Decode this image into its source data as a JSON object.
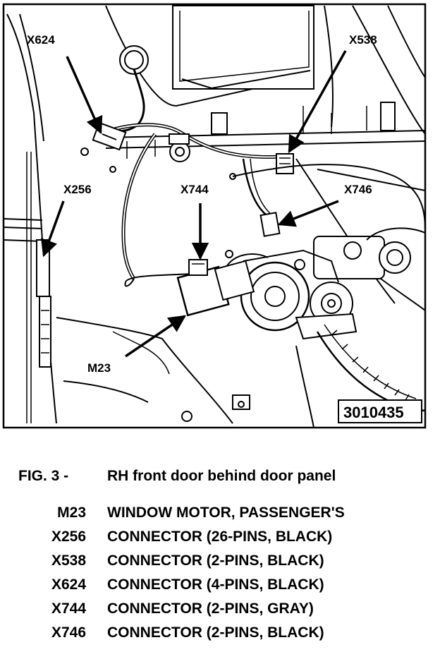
{
  "figure": {
    "image_id": "3010435",
    "callouts": {
      "x624": "X624",
      "x538": "X538",
      "x256": "X256",
      "x744": "X744",
      "x746": "X746",
      "m23": "M23"
    }
  },
  "caption": {
    "fig_label": "FIG. 3 -",
    "fig_title": "RH front door behind door panel"
  },
  "legend": [
    {
      "code": "M23",
      "description": "WINDOW MOTOR, PASSENGER'S"
    },
    {
      "code": "X256",
      "description": "CONNECTOR (26-PINS, BLACK)"
    },
    {
      "code": "X538",
      "description": "CONNECTOR (2-PINS, BLACK)"
    },
    {
      "code": "X624",
      "description": "CONNECTOR (4-PINS, BLACK)"
    },
    {
      "code": "X744",
      "description": "CONNECTOR (2-PINS, GRAY)"
    },
    {
      "code": "X746",
      "description": "CONNECTOR (2-PINS, BLACK)"
    }
  ]
}
